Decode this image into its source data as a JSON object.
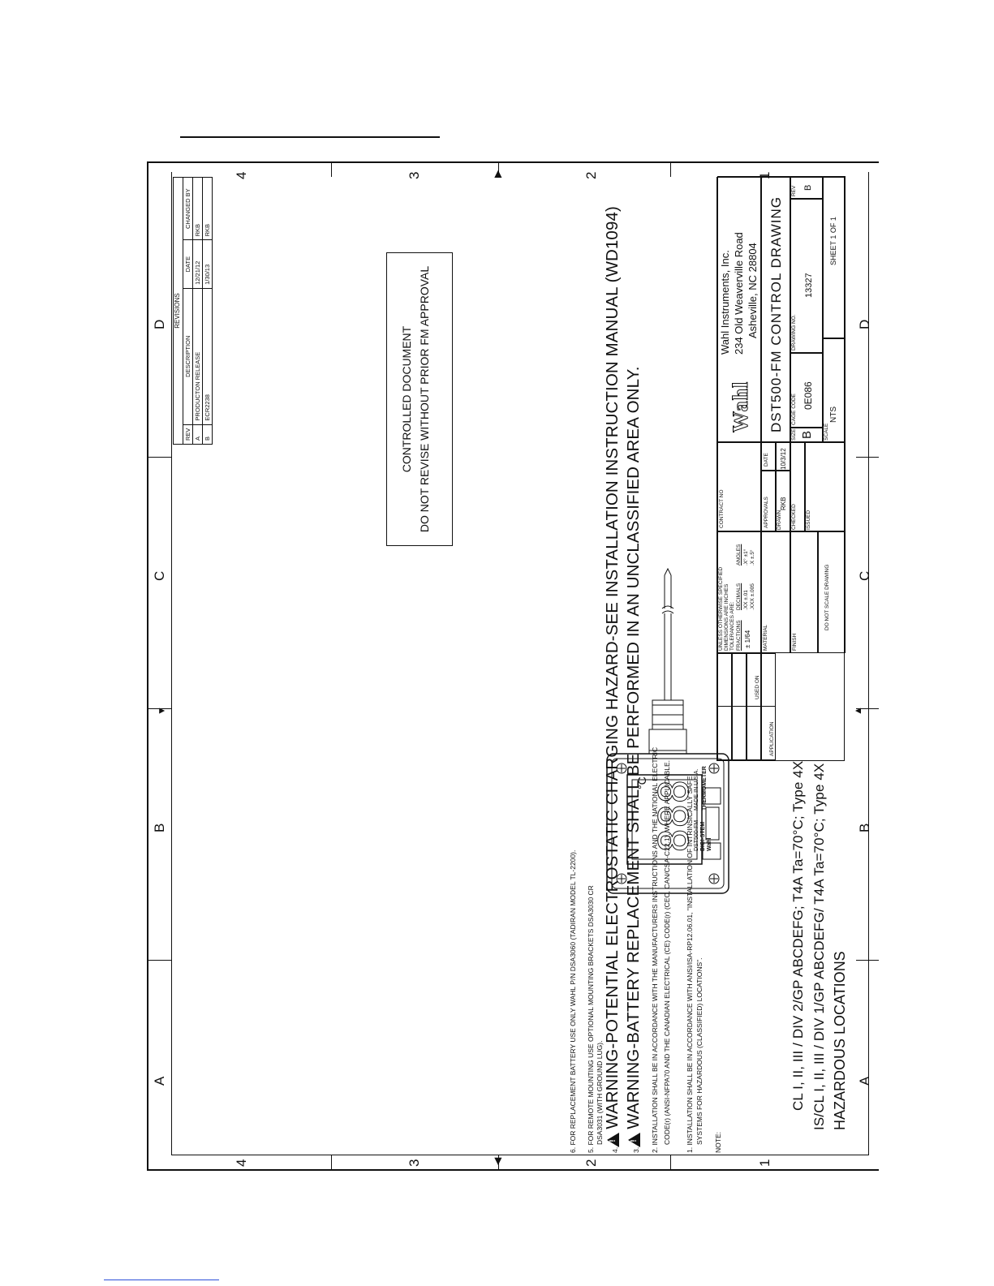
{
  "zones": {
    "numbers": [
      "1",
      "2",
      "3",
      "4"
    ],
    "letters": [
      "A",
      "B",
      "C",
      "D"
    ]
  },
  "hazardous": {
    "title": "HAZARDOUS LOCATIONS",
    "line1": "IS/CL I, II, III / DIV 1/GP ABCDEFG/ T4A Ta=70°C; Type 4X",
    "line2": "CL I, II, III / DIV 2/GP ABCDEFG; T4A Ta=70°C; Type 4X"
  },
  "device": {
    "display": "888",
    "unit": "°C",
    "brand": "Wahl",
    "model": "DIGI-STEM",
    "model2": "DST500-FM",
    "type": "THERMOMETER",
    "made": "MADE IN U.S.A."
  },
  "controlled": {
    "line1": "CONTROLLED DOCUMENT",
    "line2": "DO NOT REVISE  WITHOUT PRIOR FM APPROVAL"
  },
  "revisions": {
    "title": "REVISIONS",
    "headers": [
      "REV",
      "DESCRIPTION",
      "DATE",
      "CHANGED BY"
    ],
    "rows": [
      [
        "A",
        "PRODUCTON  RELEASE",
        "12/21/12",
        "RKB"
      ],
      [
        "B",
        "ECR2238",
        "1/30/13",
        "RKB"
      ]
    ]
  },
  "notes": {
    "n6": "6. FOR REPLACEMENT BATTERY USE ONLY WAHL P/N DSA3060 (TADIRAN MODEL TL-2200).",
    "n5a": "5. FOR REMOTE MOUNTING USE OPTIONAL MOUNTING BRACKETS DSA3030 CR",
    "n5b": "DSA3031 (WITH GROUND LUG).",
    "n4": "WARNING-POTENTIAL ELECTROSTATIC CHARGING HAZARD-SEE INSTALLATION INSTRUCTION MANUAL (WD1094)",
    "n4num": "4.",
    "n3": "WARNING-BATTERY REPLACEMENT SHALL BE PERFORMED IN AN UNCLASSIFIED AREA ONLY.",
    "n3num": "3.",
    "n2a": "2. INSTALLATION SHALL BE IN ACCORDANCE WITH THE MANUFACTURERS INSTRUCTIONS AND THE NATIONAL ELECTRIC",
    "n2b": "CODE(r) (ANSI-NFPA70 AND THE CANADIAN ELECTRICAL (CE) CODE(r) (CEC, CAN/CSA-C22.1), WHERE APPLICABLE.",
    "n1a": "1. INSTALLATION SHALL BE IN ACCORDANCE WITH ANSI/ISA-RP12.06.01, \"INSTALLATION OF INTRINSICALLY SAFE",
    "n1b": "SYSTEMS FOR HAZARDOUS (CLASSIFIED) LOCATIONS\".",
    "label": "NOTE:"
  },
  "titleblock": {
    "tol1": "UNLESS OTHERWISE SPECIFIED",
    "tol2": "DIMENSIONS ARE INCHES",
    "tol3": "TOLERANCES ARE:",
    "fractions": "FRACTIONS",
    "decimals": "DECIMALS",
    "angles": "ANGLES",
    "frac_val": "± 1/64",
    "dec_val1": ".XX ±.01",
    "dec_val2": ".XXX ±.005",
    "ang_val1": ".X° ±1°",
    "ang_val2": ".X ±.5°",
    "contract": "CONTRACT NO",
    "approvals": "APPROVALS",
    "date": "DATE",
    "drawn": "DRAWN",
    "drawn_by": "RKB",
    "drawn_date": "10/3/12",
    "checked": "CHECKED",
    "issued": "ISSUED",
    "material": "MATERIAL",
    "finish": "FINISH",
    "noscale": "DO NOT SCALE DRAWING",
    "used_on": "USED ON",
    "application": "APPLICATION",
    "logo": "Wahl",
    "company1": "Wahl  Instruments,  Inc.",
    "company2": "234  Old  Weaverville  Road",
    "company3": "Asheville,  NC  28804",
    "title": "DST500-FM  CONTROL  DRAWING",
    "size_lbl": "SIZE",
    "size": "B",
    "cage_lbl": "CAGE CODE",
    "cage": "0E086",
    "dwg_lbl": "DRAWING NO.",
    "dwg": "13327",
    "rev_lbl": "REV",
    "rev": "B",
    "scale_lbl": "SCALE",
    "scale": "NTS",
    "sheet": "SHEET  1  OF  1"
  }
}
